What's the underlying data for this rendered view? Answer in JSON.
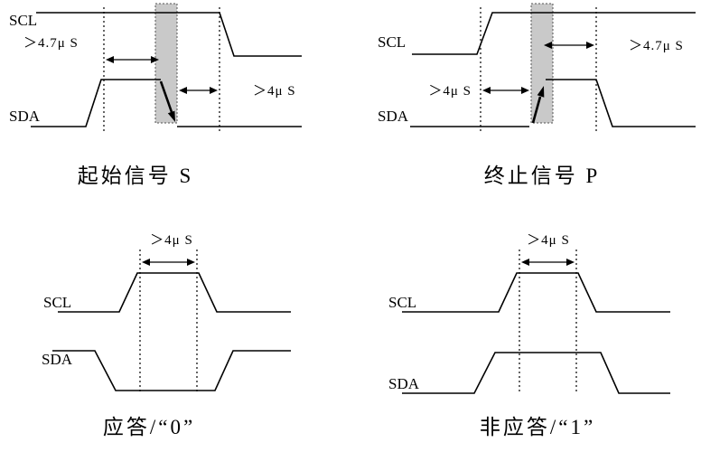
{
  "figure": {
    "background": "#ffffff",
    "line_color": "#000000",
    "band_color": "#c9c9c9"
  },
  "panels": {
    "start": {
      "scl_label": "SCL",
      "sda_label": "SDA",
      "setup_time": "＞4.7μ S",
      "hold_time": "＞4μ S",
      "caption": "起始信号 S"
    },
    "stop": {
      "scl_label": "SCL",
      "sda_label": "SDA",
      "setup_time": "＞4μ S",
      "bus_free_time": "＞4.7μ S",
      "caption": "终止信号 P"
    },
    "ack": {
      "scl_label": "SCL",
      "sda_label": "SDA",
      "high_time": "＞4μ S",
      "caption": "应答/“0”"
    },
    "nack": {
      "scl_label": "SCL",
      "sda_label": "SDA",
      "high_time": "＞4μ S",
      "caption": "非应答/“1”"
    }
  }
}
